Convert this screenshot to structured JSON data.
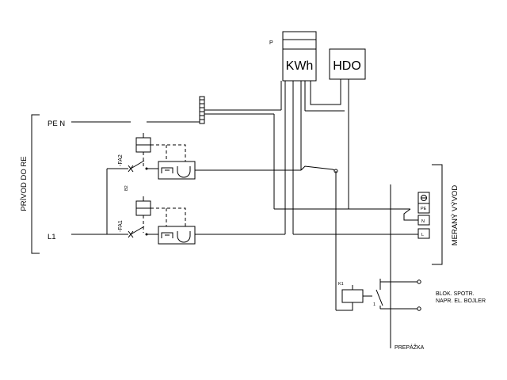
{
  "meter": {
    "top_label": "P",
    "label": "KWh"
  },
  "ripple_receiver": {
    "label": "HDO"
  },
  "supply": {
    "label": "PRÍVOD DO RE",
    "pen": "PE N",
    "l1": "L1"
  },
  "breakers": {
    "fa2": "-FA2",
    "fa1": "-FA1",
    "b2": "B2"
  },
  "outlet": {
    "label": "MERANÝ VÝVOD",
    "terminal_pe": "PE",
    "terminal_n": "N",
    "terminal_l": "L"
  },
  "relay": {
    "k1": "K1",
    "contact": "1"
  },
  "load": {
    "line1": "BLOK. SPOTR.",
    "line2": "NAPR. EL. BOJLER"
  },
  "partition": {
    "label": "PREPÁŽKA"
  }
}
